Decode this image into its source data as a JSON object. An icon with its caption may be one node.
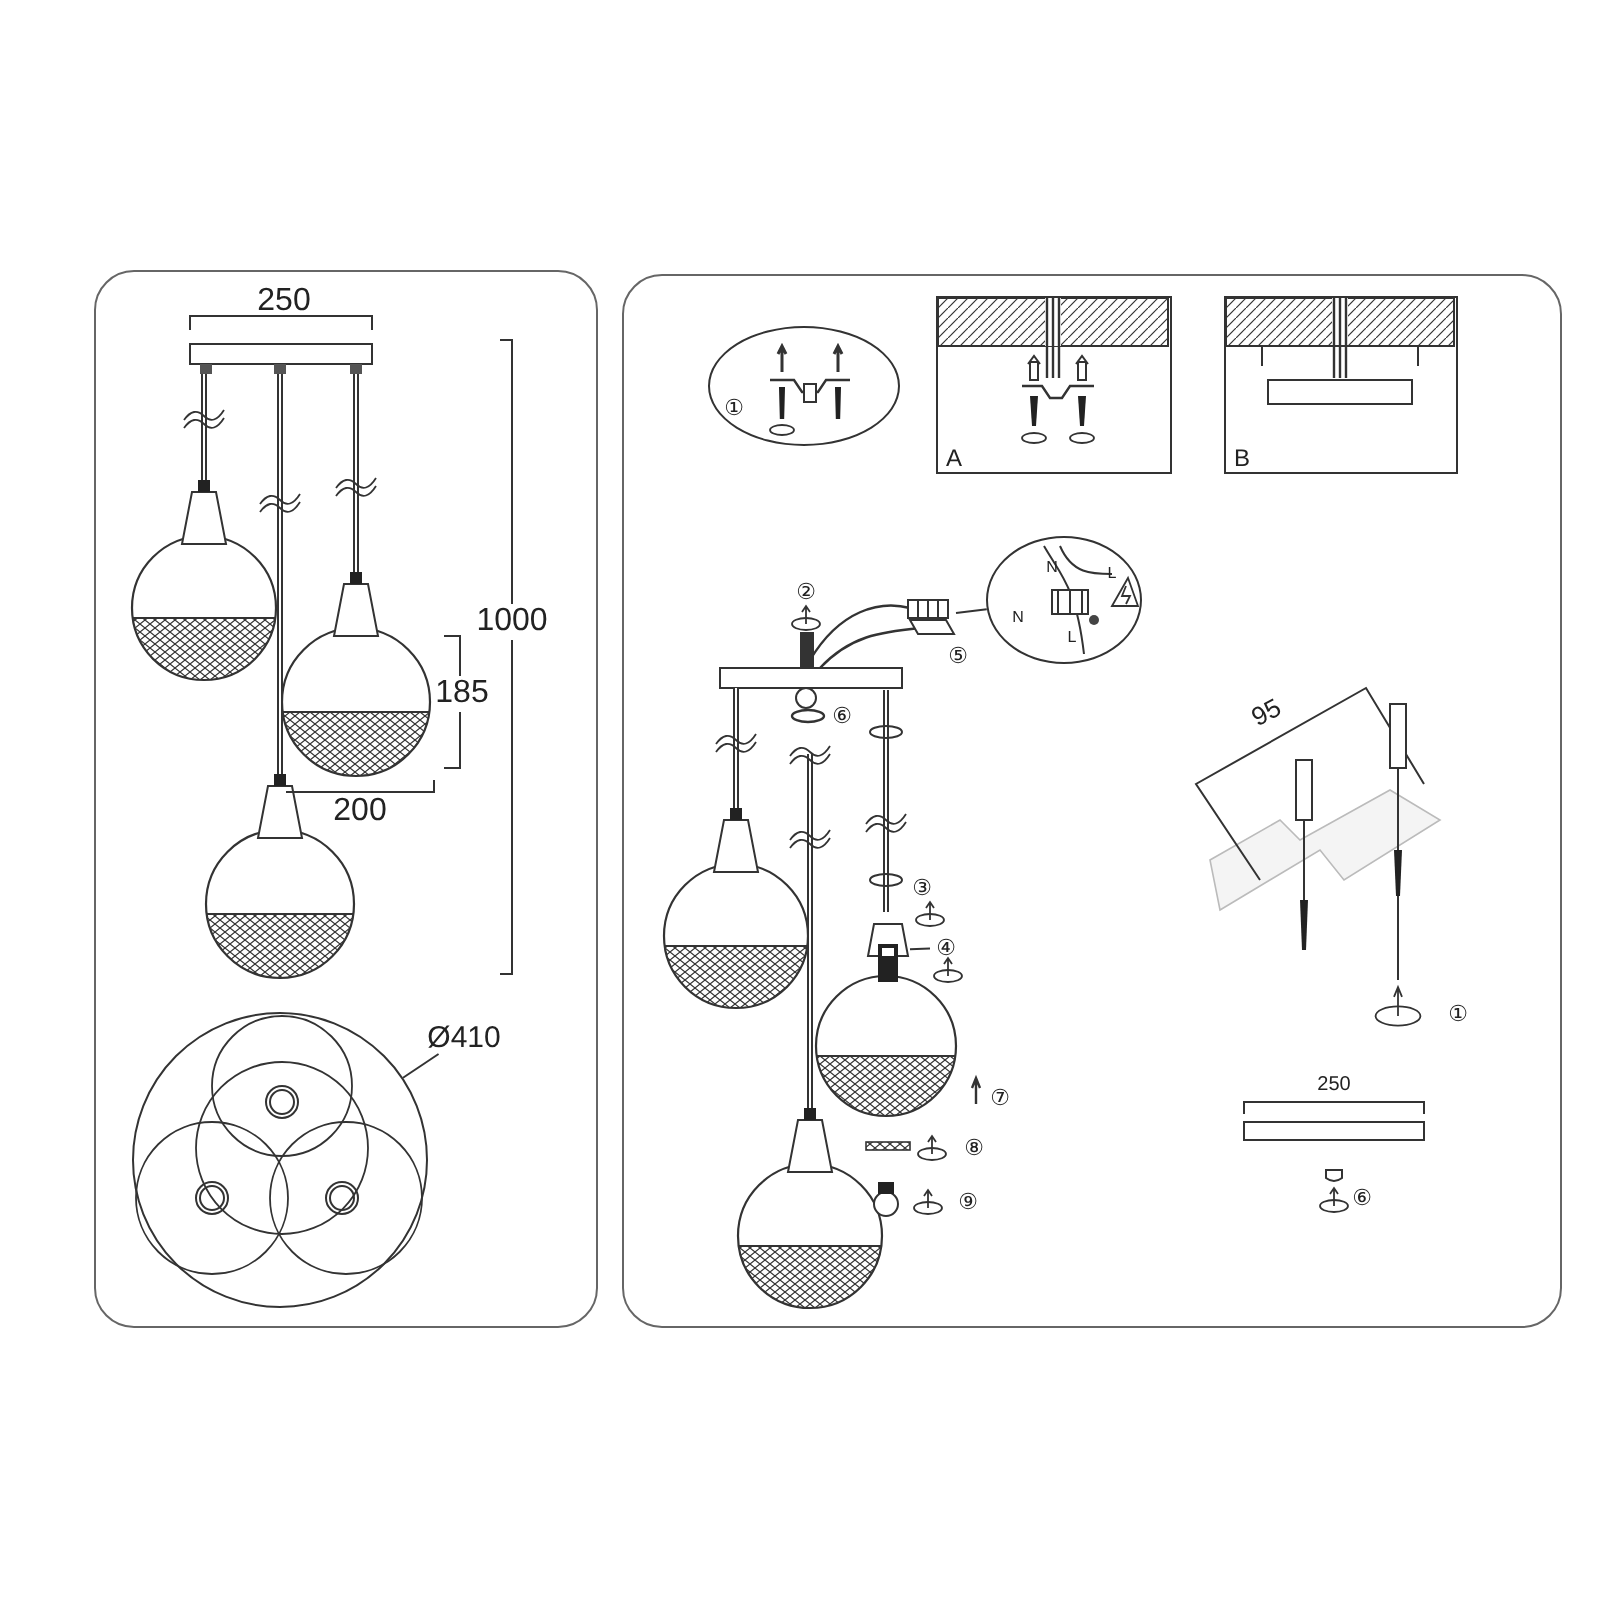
{
  "diagram": {
    "nodes": [
      {
        "text": [
          "①"
        ]
      },
      {
        "text": [
          "A"
        ]
      },
      {
        "text": [
          "B"
        ]
      },
      {
        "text": [
          "N",
          "L",
          "N",
          "L"
        ]
      },
      {
        "text": [],
        "shape": "picture"
      },
      {
        "text": [
          "Ø410"
        ]
      },
      {
        "text": [],
        "shape": "circle"
      },
      {
        "text": [
          "④"
        ]
      },
      {
        "text": [],
        "shape": "picture"
      }
    ],
    "edges": [
      {
        "from": 3,
        "to": 4,
        "arrow": "none"
      },
      {
        "from": 5,
        "to": 6,
        "arrow": "none"
      },
      {
        "from": 7,
        "to": 8,
        "arrow": "none"
      }
    ],
    "labels": [
      "250",
      "1000",
      "185",
      "200",
      "②",
      "⑤",
      "⑥",
      "③",
      "⑦",
      "⑧",
      "⑨",
      "95",
      "①",
      "250",
      "⑥"
    ]
  }
}
